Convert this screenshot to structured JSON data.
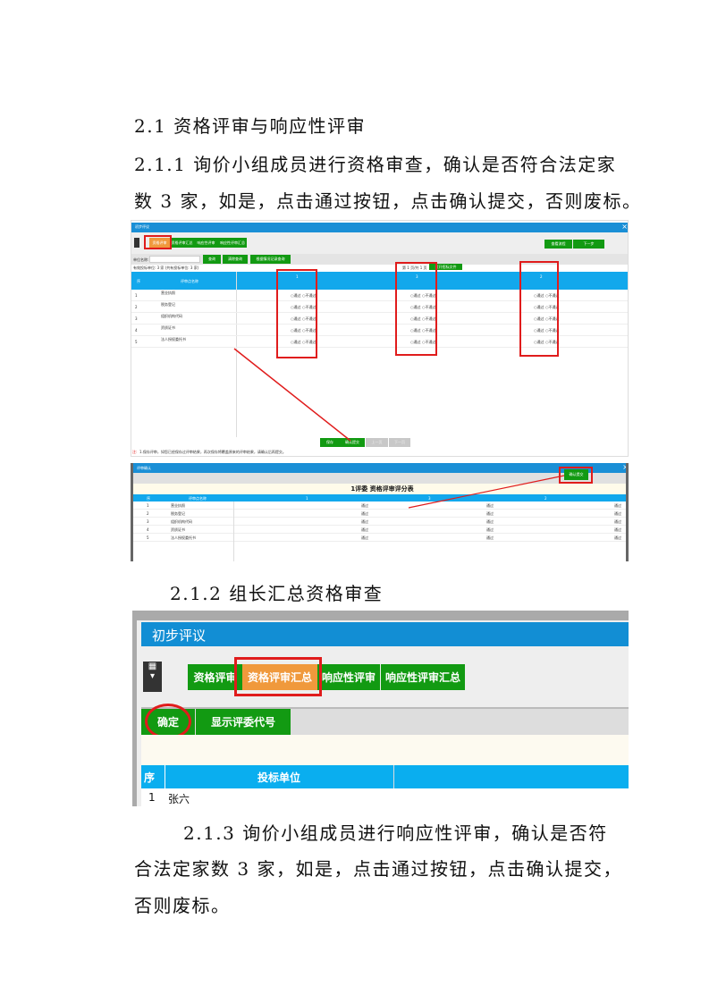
{
  "heading_2_1": "2.1 资格评审与响应性评审",
  "para_2_1_1": [
    "2.1.1 询价小组成员进行资格审查，确认是否符合法定家",
    "数 3 家，如是，点击通过按钮，点击确认提交，否则废标。"
  ],
  "heading_2_1_2": "2.1.2 组长汇总资格审查",
  "para_2_1_3": [
    "2.1.3 询价小组成员进行响应性评审，确认是否符",
    "合法定家数 3 家，如是，点击通过按钮，点击确认提交，",
    "否则废标。"
  ],
  "shot1": {
    "title": "初步评议",
    "close": "×",
    "tabs": [
      "资格评审",
      "资格评审汇总",
      "响应性评审",
      "响应性评审汇总"
    ],
    "right_buttons": [
      "查看流程",
      "下一步"
    ],
    "search_label": "单位名称:",
    "search_buttons": [
      "查询",
      "清除查询",
      "根据情况记录查询"
    ],
    "info": "有效投标单位: 3 家 (共有投标单位: 3 家)",
    "pager": "第 1 页/共 1 页",
    "pager_button": "打开招标文件",
    "headers": [
      "序",
      "评审点名称",
      "1",
      "3",
      "2"
    ],
    "items": [
      "营业执照",
      "税务登记",
      "组织机构代码",
      "资质证书",
      "法人授权委托书"
    ],
    "pass": "○通过",
    "fail": "○不通过",
    "bottom_buttons": [
      "保存",
      "确认提交",
      "上一页",
      "下一页"
    ],
    "note_label": "注:",
    "note": "1.保存评审，如您已经保存过评审结果，再次保存将覆盖原来的评审结果，请确认后再提交。"
  },
  "shot2": {
    "title": "评审确认",
    "close": "×",
    "confirm_button": "确认提交",
    "table_title": "1评委 资格评审评分表",
    "headers": [
      "序",
      "评审点名称",
      "1",
      "3",
      "2"
    ],
    "items": [
      "营业执照",
      "税务登记",
      "组织机构代码",
      "资质证书",
      "法人授权委托书"
    ],
    "result": "通过"
  },
  "shot3": {
    "title": "初步评议",
    "tabs": [
      "资格评审",
      "资格评审汇总",
      "响应性评审",
      "响应性评审汇总"
    ],
    "buttons": [
      "确定",
      "显示评委代号"
    ],
    "headers": [
      "序",
      "投标单位"
    ],
    "row": {
      "index": "1",
      "name": "张六"
    }
  }
}
